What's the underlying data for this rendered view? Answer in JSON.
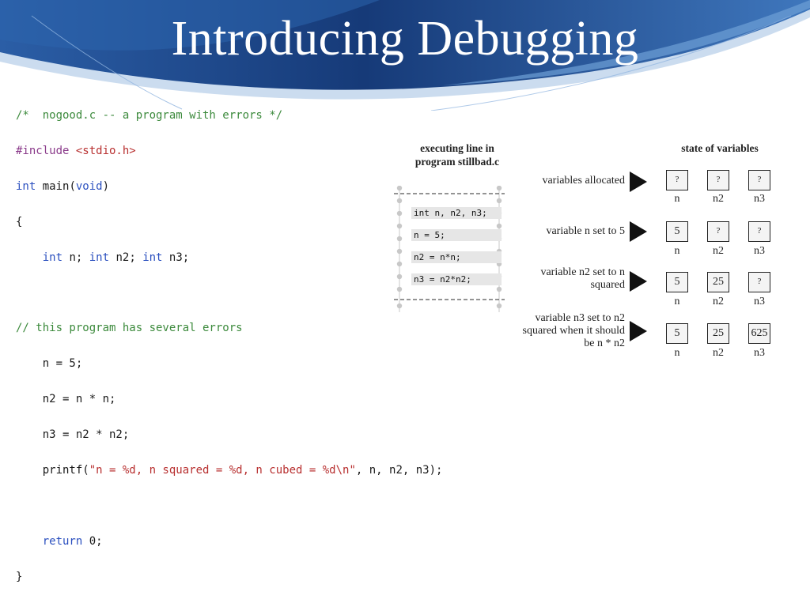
{
  "slide": {
    "title": "Introducing Debugging",
    "theme_colors": {
      "header_dark": "#1b3a73",
      "header_light": "#4f86c6"
    }
  },
  "code": {
    "lines": [
      [
        {
          "t": "/*  nogood.c -- a program with errors */",
          "c": "cm"
        }
      ],
      [
        {
          "t": "#include ",
          "c": "pp"
        },
        {
          "t": "<stdio.h>",
          "c": "str"
        }
      ],
      [
        {
          "t": "int",
          "c": "kw"
        },
        {
          "t": " main(",
          "c": "plain"
        },
        {
          "t": "void",
          "c": "kw"
        },
        {
          "t": ")",
          "c": "plain"
        }
      ],
      [
        {
          "t": "{",
          "c": "plain"
        }
      ],
      [
        {
          "t": "    ",
          "c": "plain"
        },
        {
          "t": "int",
          "c": "kw"
        },
        {
          "t": " n; ",
          "c": "plain"
        },
        {
          "t": "int",
          "c": "kw"
        },
        {
          "t": " n2; ",
          "c": "plain"
        },
        {
          "t": "int",
          "c": "kw"
        },
        {
          "t": " n3;",
          "c": "plain"
        }
      ],
      [
        {
          "t": "// this program has several errors",
          "c": "cm"
        }
      ],
      [
        {
          "t": "    n = 5;",
          "c": "plain"
        }
      ],
      [
        {
          "t": "    n2 = n * n;",
          "c": "plain"
        }
      ],
      [
        {
          "t": "    n3 = n2 * n2;",
          "c": "plain"
        }
      ],
      [
        {
          "t": "    printf(",
          "c": "plain"
        },
        {
          "t": "\"n = %d, n squared = %d, n cubed = %d\\n\"",
          "c": "str"
        },
        {
          "t": ", n, n2, n3);",
          "c": "plain"
        }
      ],
      [
        {
          "t": "    ",
          "c": "plain"
        },
        {
          "t": "return",
          "c": "kw"
        },
        {
          "t": " 0;",
          "c": "plain"
        }
      ],
      [
        {
          "t": "}",
          "c": "plain"
        }
      ]
    ]
  },
  "diagram": {
    "left_heading": "executing line in program stillbad.c",
    "right_heading": "state of variables",
    "program_lines": [
      "int n, n2, n3;",
      "n = 5;",
      "n2 = n*n;",
      "n3 = n2*n2;"
    ],
    "var_names": [
      "n",
      "n2",
      "n3"
    ],
    "rows": [
      {
        "label": "variables allocated",
        "values": [
          "?",
          "?",
          "?"
        ]
      },
      {
        "label": "variable n set to 5",
        "values": [
          "5",
          "?",
          "?"
        ]
      },
      {
        "label": "variable n2 set to n squared",
        "values": [
          "5",
          "25",
          "?"
        ]
      },
      {
        "label": "variable n3 set to n2 squared when it should be n * n2",
        "values": [
          "5",
          "25",
          "625"
        ]
      }
    ]
  }
}
